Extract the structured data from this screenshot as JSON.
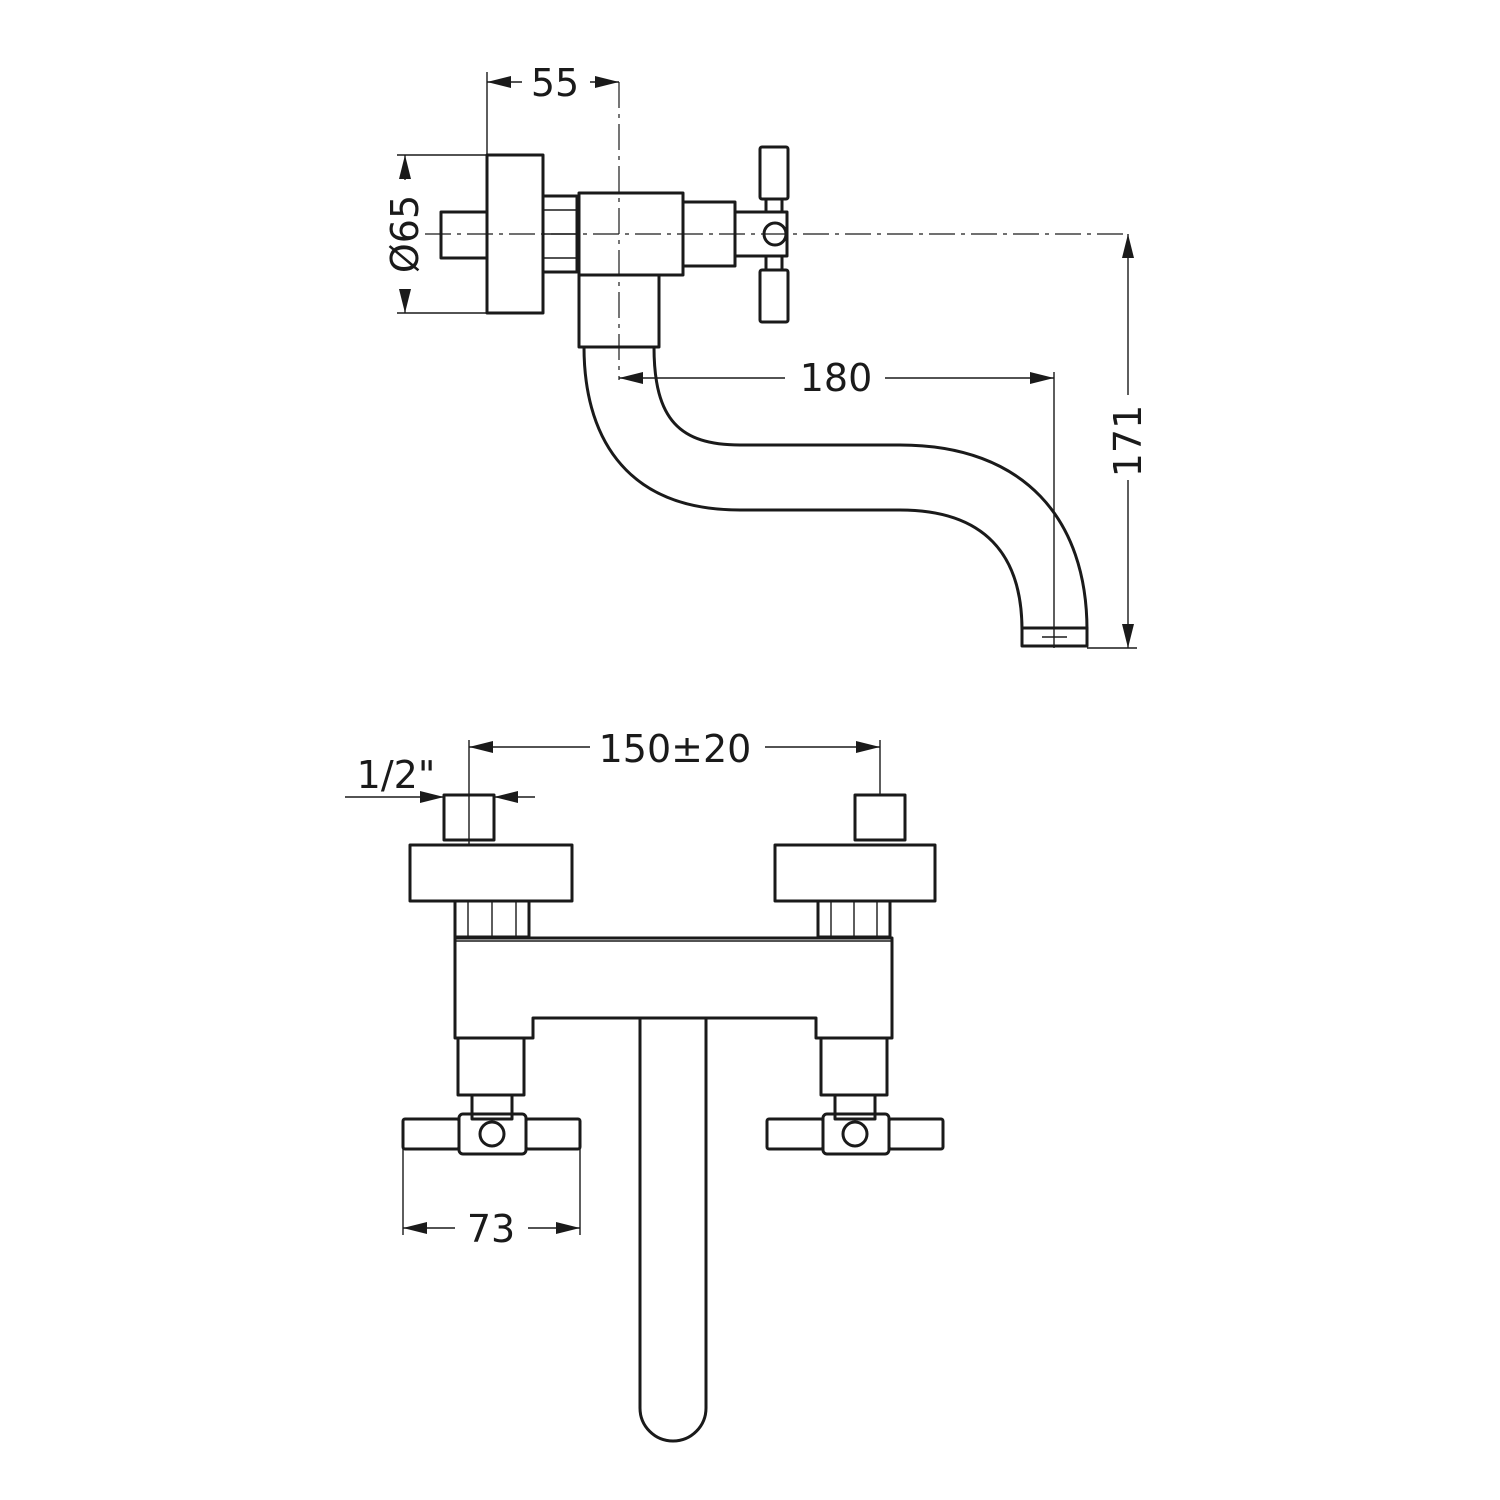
{
  "dimensions": {
    "connection_depth": "55",
    "flange_diameter": "Ø65",
    "spout_reach": "180",
    "spout_height": "171",
    "inlet_center_distance": "150±20",
    "thread_size": "1/2\"",
    "handle_width": "73"
  },
  "colors": {
    "line": "#1a1a1a",
    "background": "#ffffff"
  }
}
